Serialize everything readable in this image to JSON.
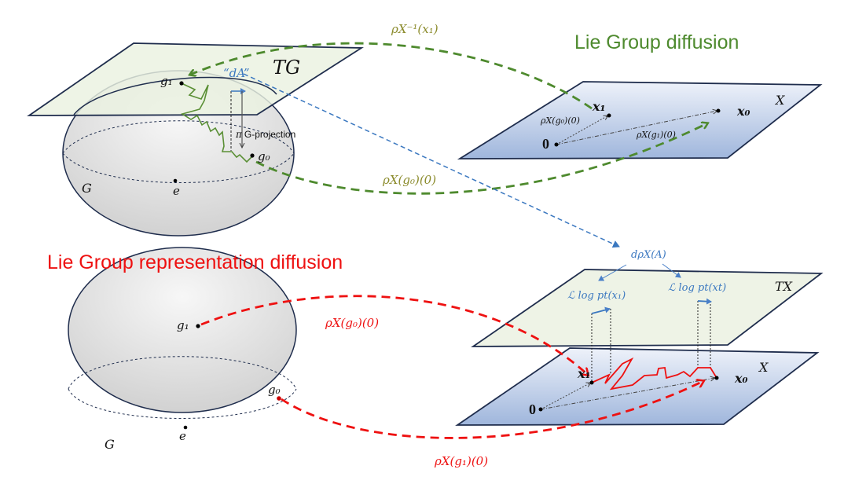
{
  "titles": {
    "lie_group_diffusion": "Lie Group diffusion",
    "lie_group_representation_diffusion": "Lie Group representation diffusion"
  },
  "top_left": {
    "tangent_plane_label": "TG",
    "group_label": "G",
    "identity_label": "e",
    "g1_label": "g₁",
    "g0_label": "g₀",
    "dA_label": "“dA”",
    "projection_pi": "π",
    "projection_text": "G-projection"
  },
  "top_right": {
    "space_label": "X",
    "origin_label": "0",
    "x1_label": "x₁",
    "x0_label": "x₀",
    "rho_g0_label": "ρX(g₀)(0)",
    "rho_g1_label": "ρX(g₁)(0)"
  },
  "arrows_top": {
    "inverse_label": "ρX⁻¹(x₁)",
    "forward_label": "ρX(g₀)(0)"
  },
  "middle": {
    "d_rho_label": "dρX(A)"
  },
  "bottom_right": {
    "tangent_plane_label": "TX",
    "space_label": "X",
    "origin_label": "0",
    "x1_label": "x₁",
    "x0_label": "x₀",
    "score_x1_label": "ℒ log pt(x₁)",
    "score_xt_label": "ℒ log pt(xt)"
  },
  "bottom_left": {
    "group_label": "G",
    "identity_label": "e",
    "g1_label": "g₁",
    "g0_label": "g₀"
  },
  "arrows_bottom": {
    "upper_label": "ρX(g₀)(0)",
    "lower_label": "ρX(g₁)(0)"
  },
  "colors": {
    "green": "#4e8a2e",
    "red": "#ee1111",
    "blue": "#3b78c0",
    "plane_green": "#eef3e6",
    "plane_blue": "#a9bfe0",
    "outline": "#1f2d4d"
  }
}
